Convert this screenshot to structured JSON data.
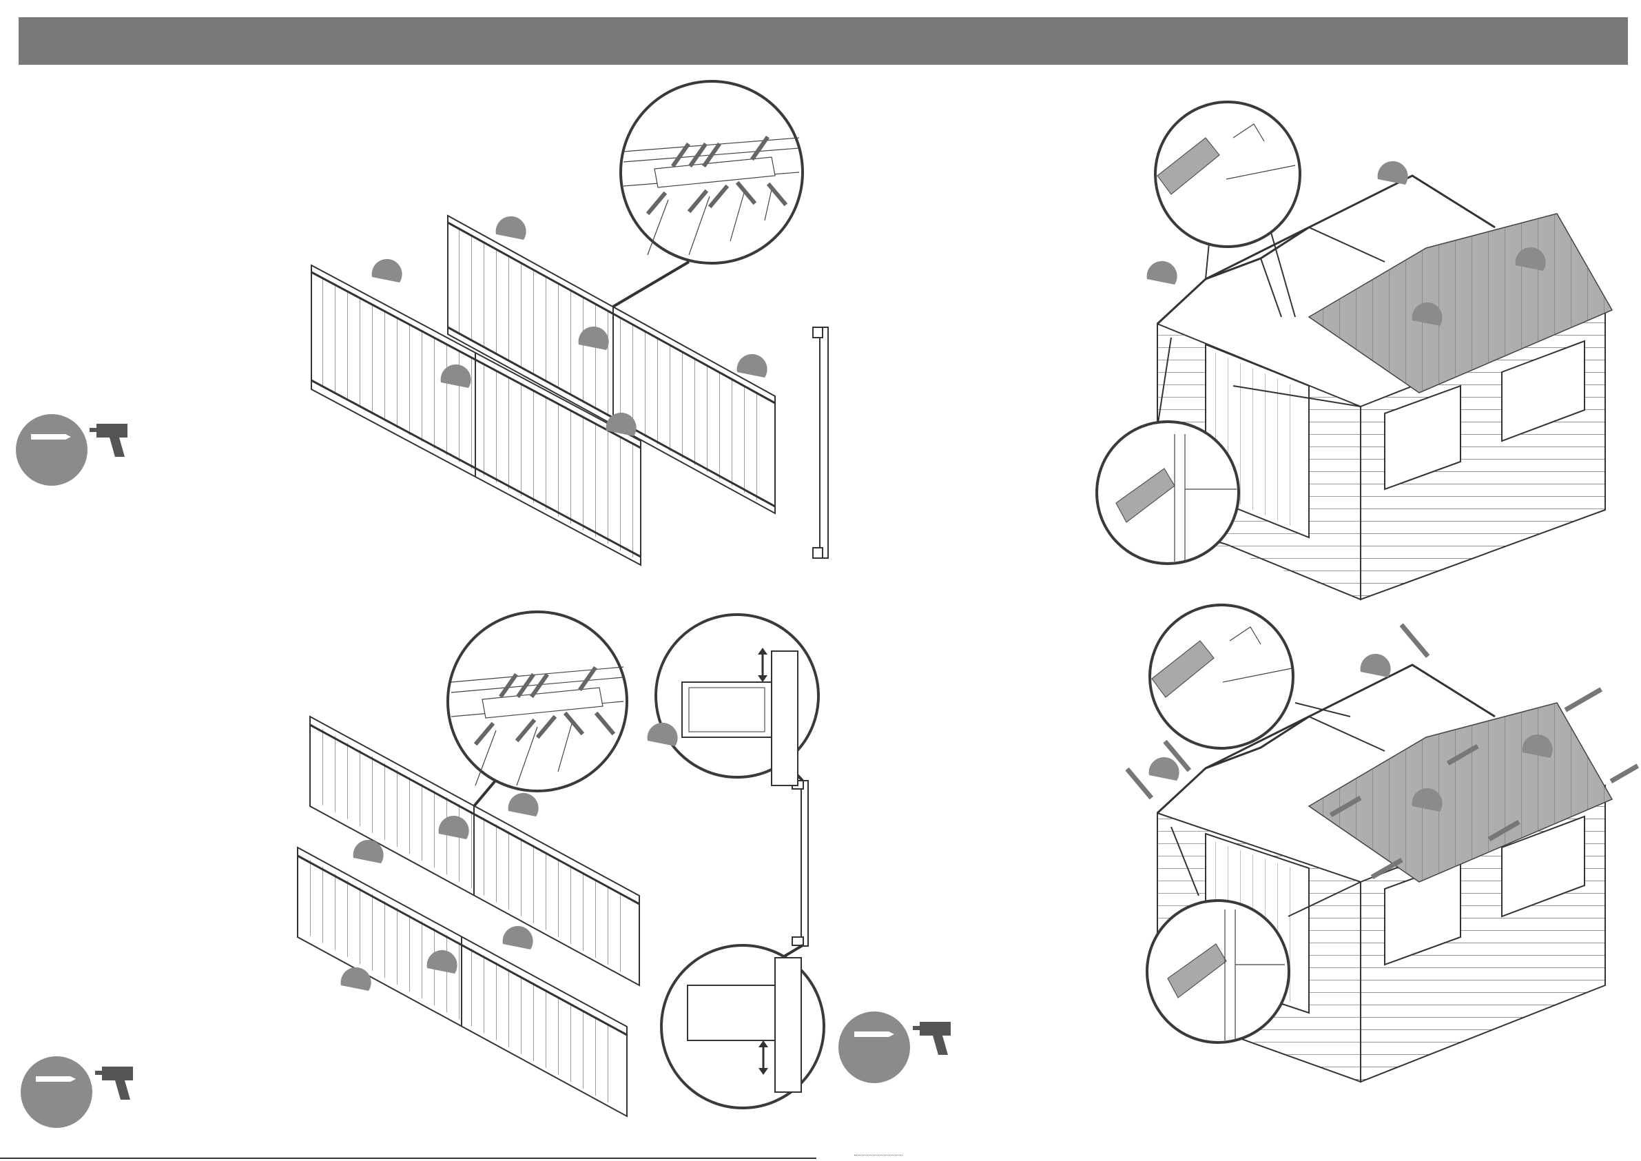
{
  "header": {
    "title": ""
  },
  "colors": {
    "header_bar": "#7a797a",
    "callout": "#8c8b8c",
    "line": "#333333",
    "roof": "#aeaeae"
  },
  "icons": {
    "screw_badge": "screw-icon",
    "drill": "drill-icon"
  },
  "steps": [
    {
      "name": "step-top-left",
      "content": "wall-panels-assembly"
    },
    {
      "name": "step-bottom-left",
      "content": "wall-panels-assembly-with-frame"
    },
    {
      "name": "step-top-right",
      "content": "roof-sheet-fitting"
    },
    {
      "name": "step-bottom-right",
      "content": "roof-sheet-screwing"
    }
  ]
}
